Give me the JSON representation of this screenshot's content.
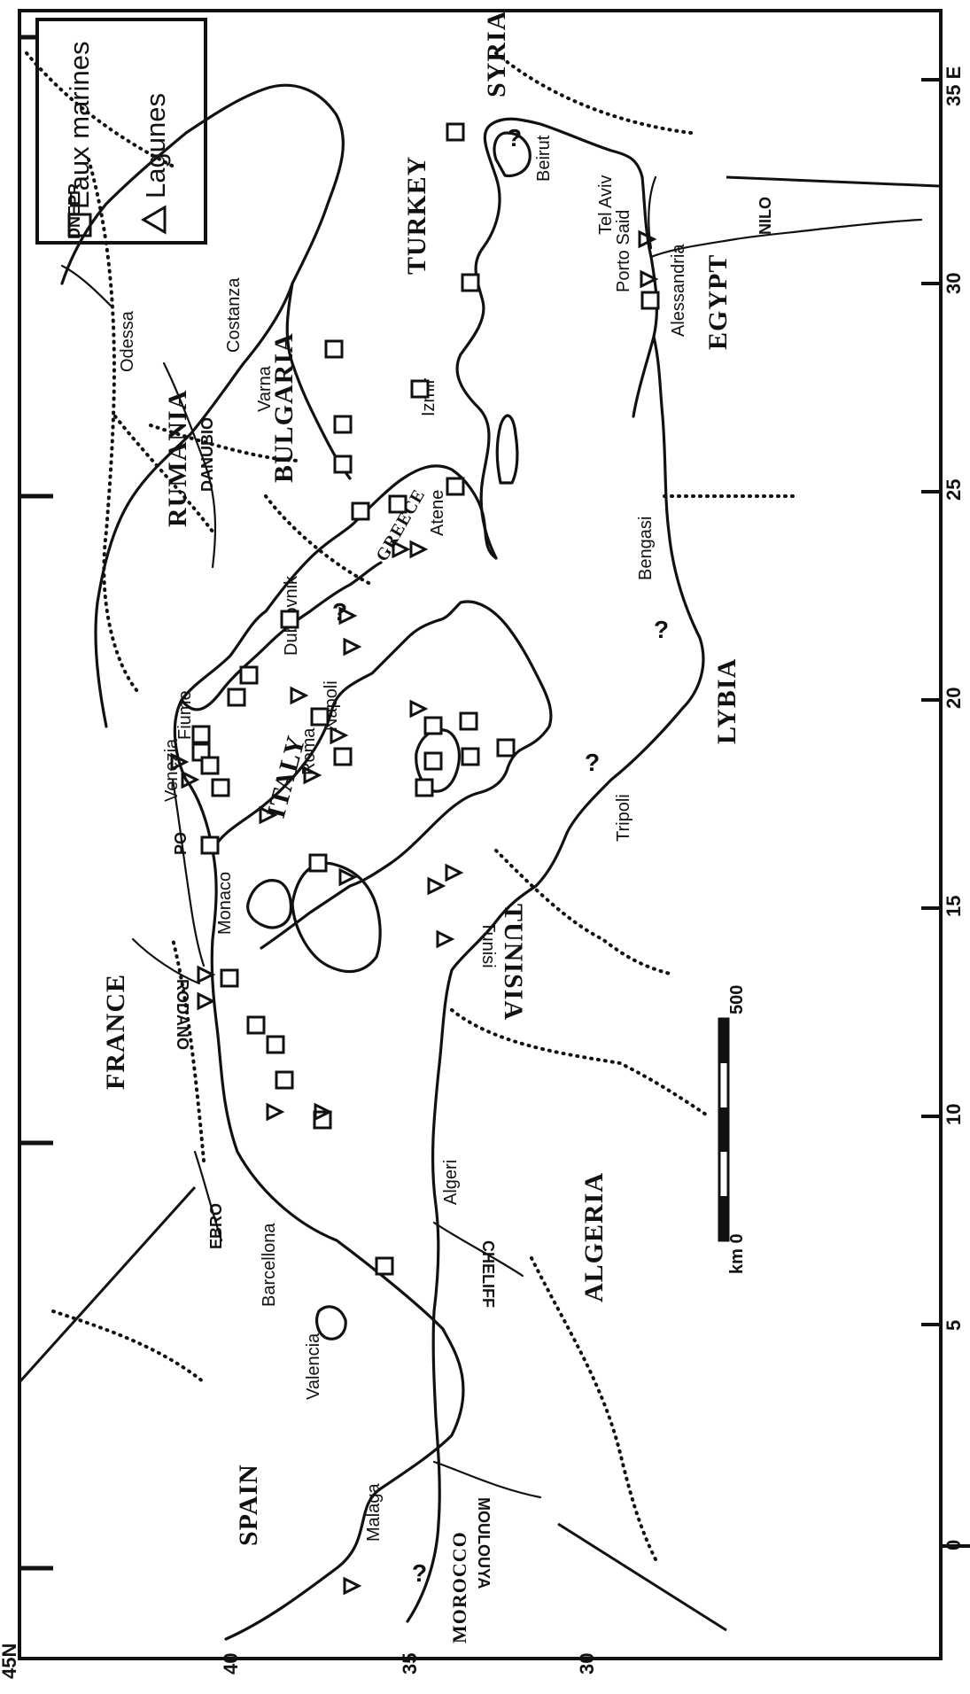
{
  "legend": {
    "items": [
      {
        "symbol": "square",
        "label": "Eaux marines"
      },
      {
        "symbol": "triangle",
        "label": "Lagunes"
      }
    ]
  },
  "lat_ticks": [
    "45N",
    "40",
    "35",
    "30"
  ],
  "lon_ticks": [
    "0",
    "5",
    "10",
    "15",
    "20",
    "25",
    "30",
    "35 E"
  ],
  "scale_bar": {
    "label_start": "km 0",
    "label_end": "500"
  },
  "countries": [
    "FRANCE",
    "SPAIN",
    "ITALY",
    "RUMANIA",
    "BULGARIA",
    "GREECE",
    "TURKEY",
    "SYRIA",
    "EGYPT",
    "LYBIA",
    "TUNISIA",
    "ALGERIA",
    "MOROCCO"
  ],
  "cities": [
    "Odessa",
    "Costanza",
    "Varna",
    "Izmir",
    "Beirut",
    "Tel Aviv",
    "Porto Said",
    "Alessandria",
    "Bengasi",
    "Atene",
    "Dubrovnik",
    "Fiume",
    "Venezia",
    "Roma",
    "Napoli",
    "Monaco",
    "Tunisi",
    "Tripoli",
    "Algeri",
    "Barcellona",
    "Valencia",
    "Malaga"
  ],
  "rivers": [
    "DNEPR",
    "DANUBIO",
    "PO",
    "RODANO",
    "EBRO",
    "CHELIFF",
    "MOULOUYA",
    "NILO"
  ],
  "unknown_marker": "?"
}
